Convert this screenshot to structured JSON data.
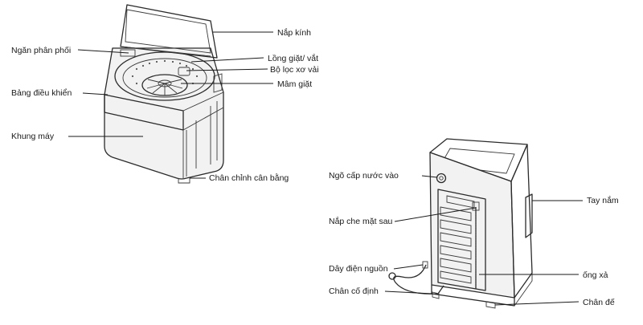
{
  "front_view": {
    "labels": {
      "glass_lid": "Nắp kính",
      "dispenser": "Ngăn phân phối",
      "drum": "Lồng giặt/ vắt",
      "lint_filter": "Bộ lọc xơ vải",
      "pulsator": "Mâm giặt",
      "control_panel": "Bảng điều khiển",
      "cabinet": "Khung máy",
      "leveling_foot": "Chân chỉnh cân bằng"
    }
  },
  "rear_view": {
    "labels": {
      "water_inlet": "Ngõ cấp nước vào",
      "handle": "Tay nắm",
      "back_cover": "Nắp che mặt sau",
      "power_cord": "Dây điện nguồn",
      "drain_hose": "ống xả",
      "fixing_foot": "Chân cố định",
      "base": "Chân đế"
    }
  }
}
